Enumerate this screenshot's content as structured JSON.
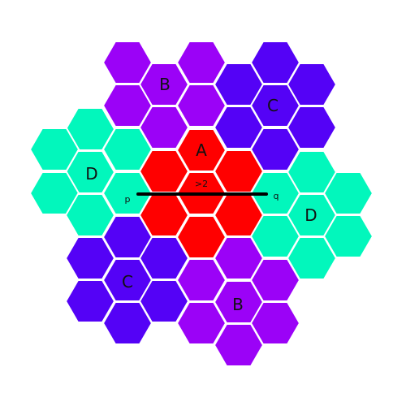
{
  "colors": {
    "A": "#ff0000",
    "B": "#9b02f7",
    "C": "#5402f6",
    "D": "#02f7bc",
    "background": "#ffffff",
    "outline": "#ffffff",
    "segment": "#000000"
  },
  "clusters": [
    {
      "id": "A",
      "label": "A",
      "color_key": "A"
    },
    {
      "id": "B-top",
      "label": "B",
      "color_key": "B"
    },
    {
      "id": "C-top",
      "label": "C",
      "color_key": "C"
    },
    {
      "id": "D-left",
      "label": "D",
      "color_key": "D"
    },
    {
      "id": "D-right",
      "label": "D",
      "color_key": "D"
    },
    {
      "id": "C-bottom",
      "label": "C",
      "color_key": "C"
    },
    {
      "id": "B-bottom",
      "label": "B",
      "color_key": "B"
    }
  ],
  "segment": {
    "start_label": "p",
    "end_label": "q",
    "length_label": ">2"
  }
}
